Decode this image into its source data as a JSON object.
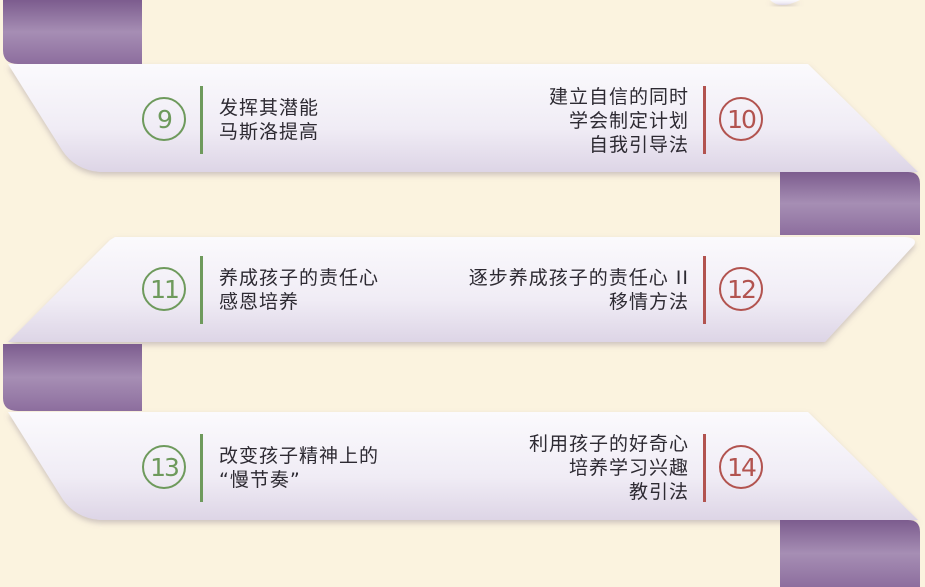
{
  "items": [
    {
      "number": "9",
      "lines": [
        "发挥其潜能",
        "马斯洛提高"
      ]
    },
    {
      "number": "10",
      "lines": [
        "建立自信的同时",
        "学会制定计划",
        "自我引导法"
      ]
    },
    {
      "number": "11",
      "lines": [
        "养成孩子的责任心",
        "感恩培养"
      ]
    },
    {
      "number": "12",
      "lines": [
        "逐步养成孩子的责任心 II",
        "移情方法"
      ]
    },
    {
      "number": "13",
      "lines": [
        "改变孩子精神上的",
        "“慢节奏”"
      ]
    },
    {
      "number": "14",
      "lines": [
        "利用孩子的好奇心",
        "培养学习兴趣",
        "教引法"
      ]
    }
  ],
  "colors": {
    "background": "#fbf3df",
    "ribbon_light": "#f4f1f8",
    "ribbon_shade": "#ddd6e6",
    "fold_purple": "#8e6f9c",
    "left_accent": "#6e9a5c",
    "right_accent": "#b2534f"
  }
}
